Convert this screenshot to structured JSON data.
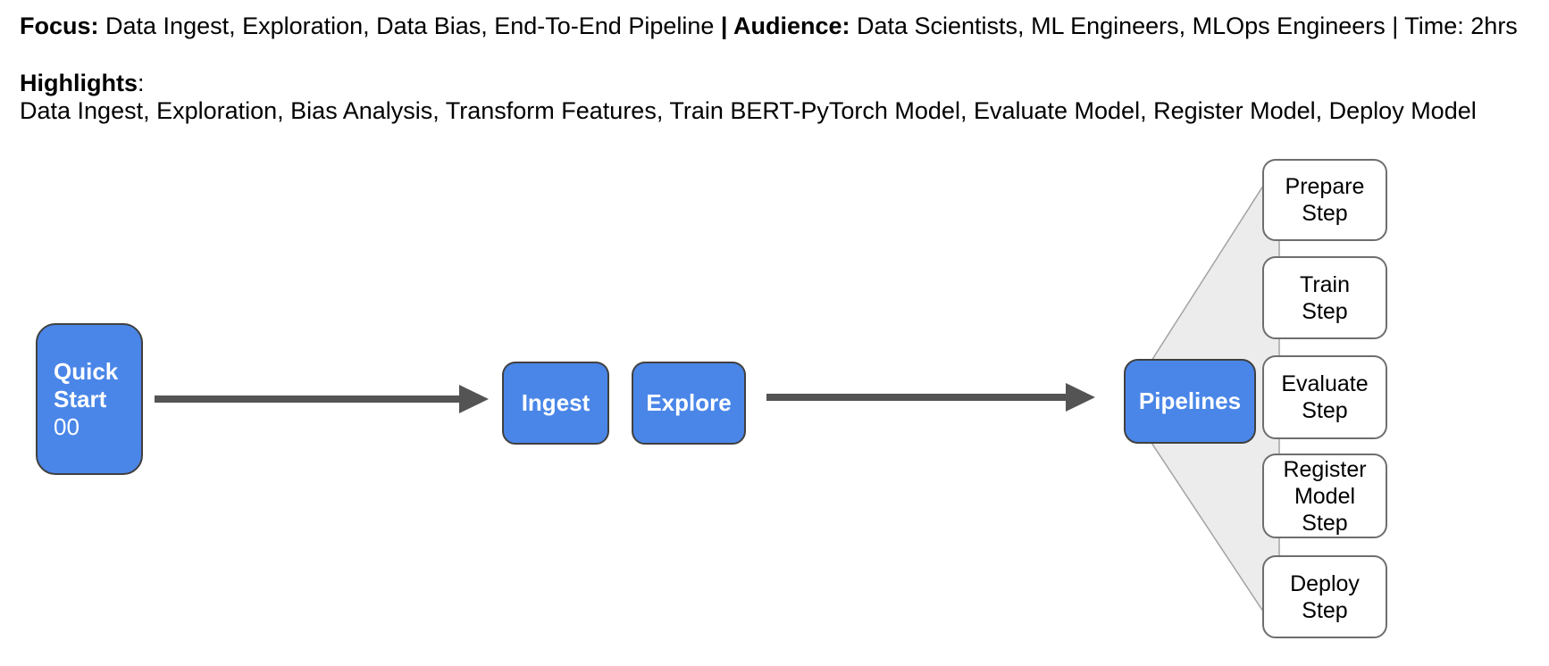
{
  "header": {
    "focus_label": "Focus:",
    "focus_text": " Data Ingest, Exploration, Data Bias, End-To-End Pipeline ",
    "audience_label": "| Audience:",
    "audience_text": " Data Scientists, ML Engineers, MLOps Engineers | Time: 2hrs",
    "highlights_label": "Highlights",
    "highlights_colon": ":",
    "highlights_text": "Data Ingest, Exploration, Bias Analysis, Transform Features, Train BERT-PyTorch Model, Evaluate Model, Register Model, Deploy Model"
  },
  "diagram": {
    "quick_start": {
      "title": "Quick\nStart",
      "number": "00"
    },
    "ingest_label": "Ingest",
    "explore_label": "Explore",
    "pipelines_label": "Pipelines",
    "steps": [
      {
        "label": "Prepare\nStep"
      },
      {
        "label": "Train\nStep"
      },
      {
        "label": "Evaluate\nStep"
      },
      {
        "label": "Register\nModel\nStep"
      },
      {
        "label": "Deploy\nStep"
      }
    ],
    "colors": {
      "node_blue": "#4a86e8",
      "node_border": "#404040",
      "step_border": "#6e6e6e",
      "arrow_gray": "#545454",
      "fan_fill": "#ececec",
      "fan_stroke": "#a3a3a3",
      "node_text": "#ffffff",
      "step_text": "#000000"
    }
  }
}
